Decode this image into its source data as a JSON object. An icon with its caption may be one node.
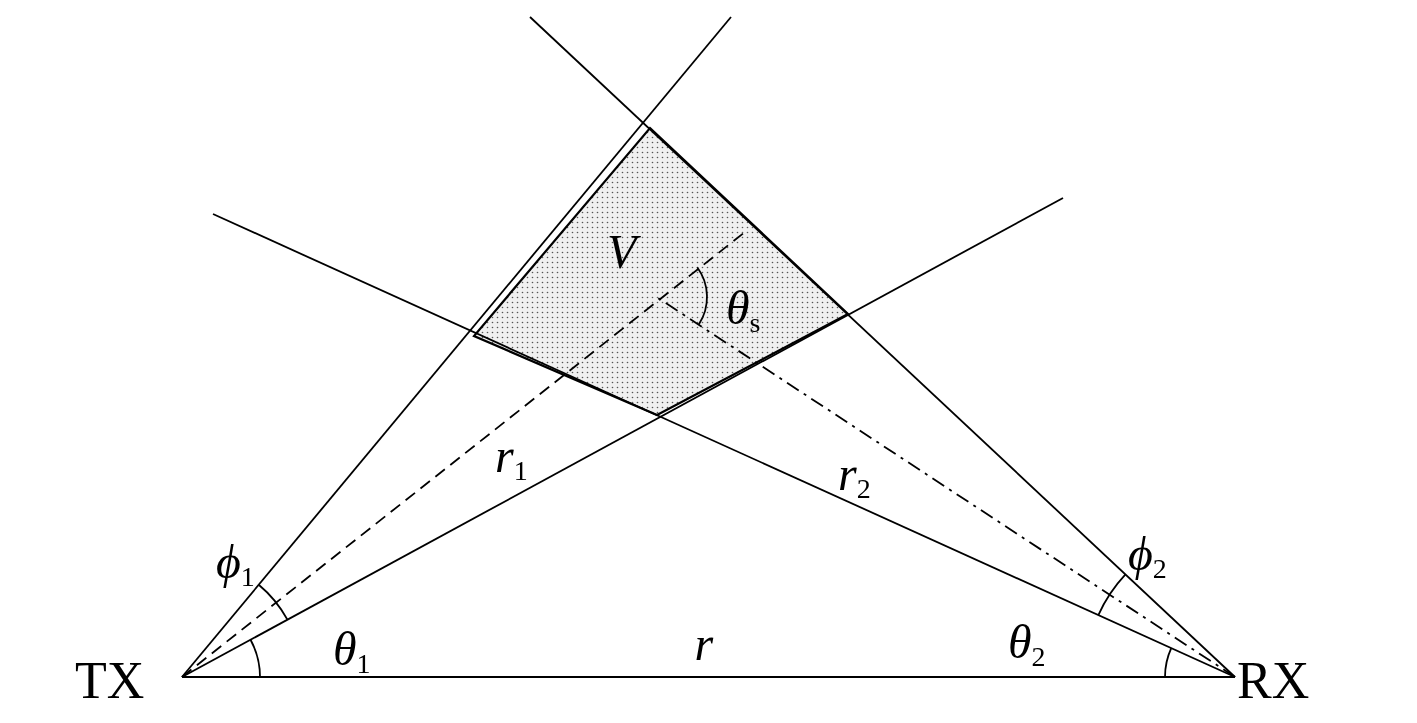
{
  "diagram": {
    "nodes": [
      {
        "text": [
          "TX"
        ]
      },
      {
        "text": [
          "RX"
        ]
      }
    ],
    "edges": [
      {
        "from": 0,
        "to": 1,
        "arrow": "none",
        "label": "*r*"
      },
      {
        "from": 0,
        "to": null,
        "arrow": "none"
      },
      {
        "from": 0,
        "to": null,
        "arrow": "none"
      },
      {
        "from": 1,
        "to": null,
        "arrow": "none"
      },
      {
        "from": 1,
        "to": null,
        "arrow": "none"
      },
      {
        "from": 0,
        "to": null,
        "arrow": "none",
        "style": "dashed"
      },
      {
        "from": 1,
        "to": null,
        "arrow": "none",
        "style": "dashed"
      }
    ],
    "labels": [
      "V",
      "*θ*$_{s}$",
      "*r*$_{1}$",
      "*r*$_{2}$",
      "*ϕ*$_{1}$",
      "*ϕ*$_{2}$",
      "*θ*$_{1}$",
      "*θ*$_{2}$"
    ]
  }
}
